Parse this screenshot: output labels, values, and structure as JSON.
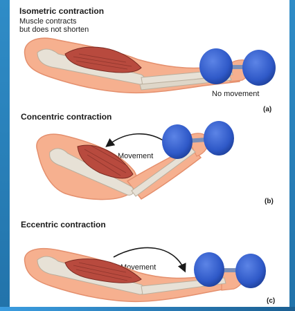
{
  "panels": [
    {
      "title": "Isometric contraction",
      "subtitle_lines": [
        "Muscle contracts",
        "but does not shorten"
      ],
      "note": "No movement",
      "letter": "(a)"
    },
    {
      "title": "Concentric contraction",
      "note": "Movement",
      "letter": "(b)"
    },
    {
      "title": "Eccentric contraction",
      "note": "Movement",
      "letter": "(c)"
    }
  ],
  "colors": {
    "frame": "#2a7fb8",
    "skin": "#f6b08f",
    "skin_outline": "#e48f6d",
    "bone": "#e7e1d6",
    "muscle": "#b84a3e",
    "weight": "#2f59c8",
    "weight_dark": "#1d3f98"
  }
}
